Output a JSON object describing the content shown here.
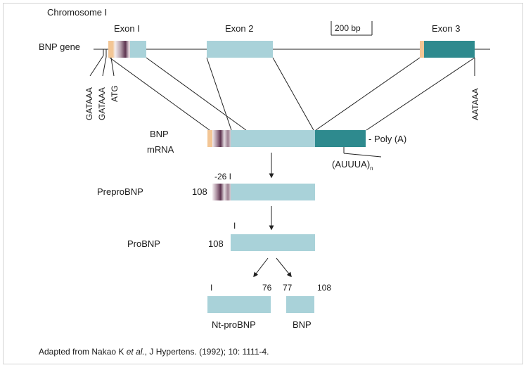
{
  "labels": {
    "chromosome": "Chromosome I",
    "scale": "200 bp",
    "gene": "BNP gene",
    "exon1": "Exon I",
    "exon2": "Exon 2",
    "exon3": "Exon 3",
    "gataaa1": "GATAAA",
    "gataaa2": "GATAAA",
    "atg": "ATG",
    "aataaa": "AATAAA",
    "mrna_line1": "BNP",
    "mrna_line2": "mRNA",
    "polya": "- Poly (A)",
    "auuua": "(AUUUA)",
    "auuua_sub": "n",
    "prepro": "PreproBNP",
    "prepro_num": "108",
    "prepro_start": "-26 I",
    "pro": "ProBNP",
    "pro_num": "108",
    "pro_start": "I",
    "nt_start": "I",
    "n76": "76",
    "n77": "77",
    "n108": "108",
    "ntprobnp": "Nt-proBNP",
    "bnp": "BNP"
  },
  "caption": {
    "prefix": "Adapted from Nakao K ",
    "etal": "et al.",
    "suffix": ", J Hypertens. (1992); 10: 1111-4."
  },
  "colors": {
    "exon": "#a9d2d9",
    "exon3": "#2e8a8e",
    "utr": "#f3c695",
    "signal": "#6b3a56",
    "line": "#222222"
  }
}
